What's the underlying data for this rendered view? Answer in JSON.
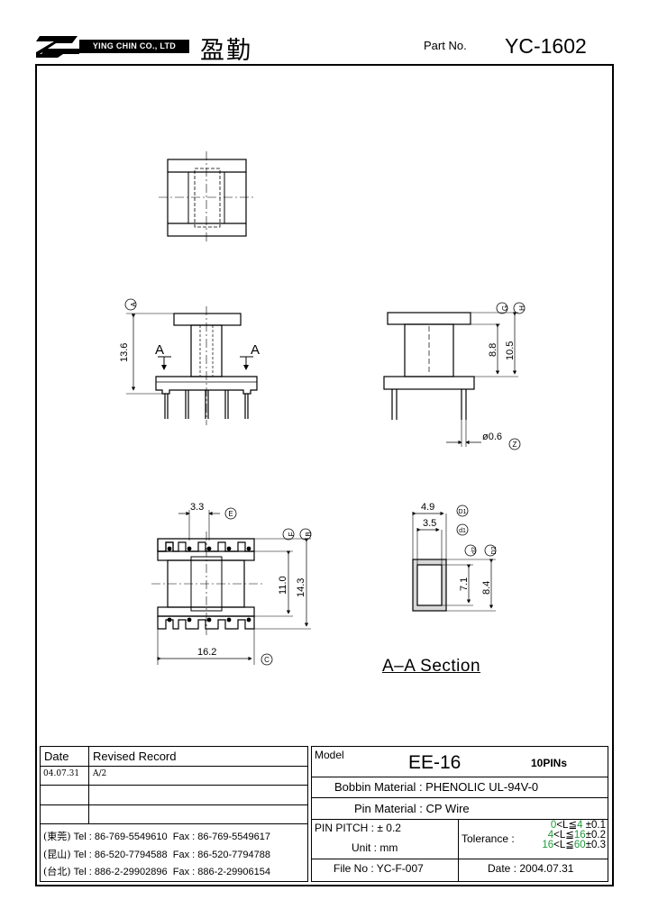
{
  "header": {
    "company_en": "YING CHIN CO., LTD",
    "company_cn": "盈勤",
    "part_no_label": "Part No.",
    "part_no": "YC-1602"
  },
  "drawing": {
    "dim_13_6": "13.6",
    "dim_8_8": "8.8",
    "dim_10_5": "10.5",
    "dim_phi_0_6": "ø0.6",
    "dim_3_3": "3.3",
    "dim_11_0": "11.0",
    "dim_14_3": "14.3",
    "dim_16_2": "16.2",
    "dim_4_9": "4.9",
    "dim_3_5": "3.5",
    "dim_7_1": "7.1",
    "dim_8_4": "8.4",
    "section_mark": "A",
    "tag_A": "A",
    "tag_G": "G",
    "tag_H": "H",
    "tag_Z": "Z",
    "tag_E": "E",
    "tag_F": "F",
    "tag_B": "B",
    "tag_C": "C",
    "tag_D1": "D1",
    "tag_d1": "d1",
    "tag_d2": "d2",
    "tag_D2": "D2",
    "section_title": "A–A  Section"
  },
  "revision": {
    "date_header": "Date",
    "record_header": "Revised  Record",
    "rows": [
      {
        "date": "04.07.31",
        "record": "A/2"
      }
    ]
  },
  "contacts": [
    {
      "city": "(東莞)",
      "tel": "Tel : 86-769-5549610",
      "fax": "Fax : 86-769-5549617"
    },
    {
      "city": "(昆山)",
      "tel": "Tel : 86-520-7794588",
      "fax": "Fax : 86-520-7794788"
    },
    {
      "city": "(台北)",
      "tel": "Tel : 886-2-29902896",
      "fax": "Fax : 886-2-29906154"
    }
  ],
  "model": {
    "model_label": "Model",
    "model_value": "EE-16",
    "pins": "10PINs",
    "bobbin_label": "Bobbin  Material : ",
    "bobbin_value": "PHENOLIC UL-94V-0",
    "pin_label": "Pin  Material : ",
    "pin_value": "CP Wire",
    "pitch_label": "PIN  PITCH : ± ",
    "pitch_value": "0.2",
    "unit_label": "Unit : ",
    "unit_value": "mm",
    "file_label": "File  No : ",
    "file_value": "YC-F-007",
    "date_label": "Date : ",
    "date_value": "2004.07.31",
    "tolerance_label": "Tolerance :",
    "tolerances": [
      {
        "range_a": "0",
        "range_b": "4",
        "tol": "±0.1"
      },
      {
        "range_a": "4",
        "range_b": "16",
        "tol": "±0.2"
      },
      {
        "range_a": "16",
        "range_b": "60",
        "tol": "±0.3"
      }
    ],
    "tol_var": "<L≦"
  },
  "colors": {
    "highlight": "#1e9b3a"
  }
}
